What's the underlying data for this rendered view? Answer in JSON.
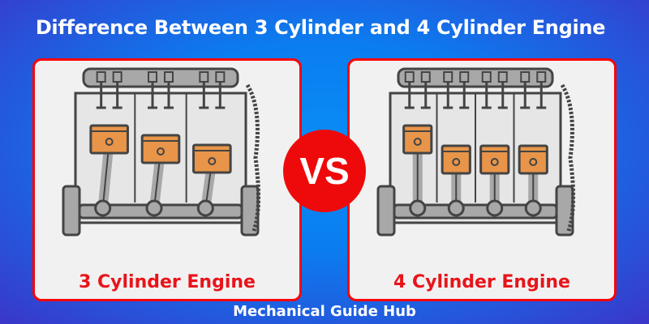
{
  "title": "Difference Between 3 Cylinder and 4 Cylinder Engine",
  "vs_label": "VS",
  "footer": "Mechanical Guide Hub",
  "engines": [
    {
      "label": "3 Cylinder Engine",
      "cylinders": 3
    },
    {
      "label": "4 Cylinder Engine",
      "cylinders": 4
    }
  ],
  "colors": {
    "accent": "#ee0a0a",
    "piston": "#e8954a",
    "metal": "#a8a8a8",
    "outline": "#444444"
  }
}
